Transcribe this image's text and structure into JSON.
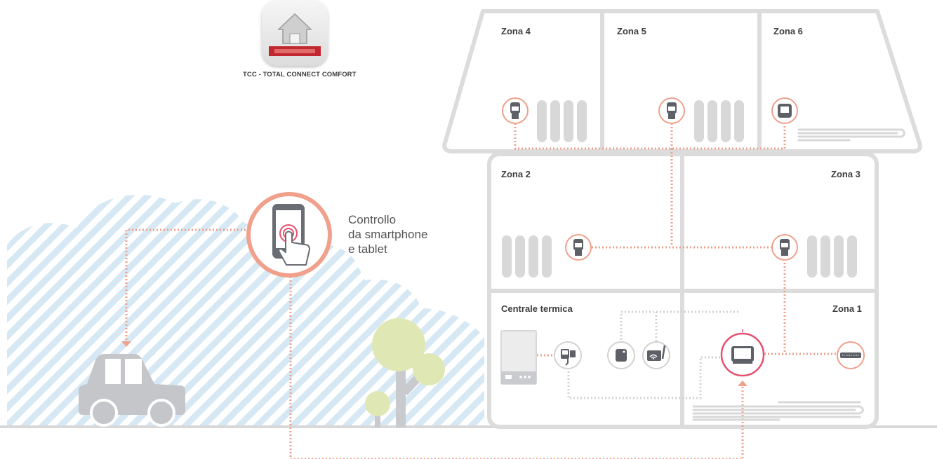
{
  "colors": {
    "accent": "#f0a08b",
    "accent_strong": "#e8506e",
    "wall": "#dcdcdc",
    "device": "#b9bcc1",
    "device_dark": "#5d6066",
    "stripes": "#d6e8f3",
    "tree": "#dfe8b4"
  },
  "app": {
    "name": "TCC - TOTAL CONNECT COMFORT",
    "icon": "honeywell-app-icon"
  },
  "control": {
    "lines": [
      "Controllo",
      "da smartphone",
      "e tablet"
    ],
    "icon": "smartphone-touch-icon"
  },
  "zones": {
    "zona4": "Zona 4",
    "zona5": "Zona 5",
    "zona6": "Zona 6",
    "zona2": "Zona 2",
    "zona3": "Zona 3",
    "centrale": "Centrale termica",
    "zona1": "Zona 1"
  },
  "devices": [
    {
      "id": "trv-zona4",
      "icon": "radiator-valve-icon"
    },
    {
      "id": "trv-zona5",
      "icon": "radiator-valve-icon"
    },
    {
      "id": "thermostat-zona6",
      "icon": "thermostat-icon"
    },
    {
      "id": "trv-zona2",
      "icon": "radiator-valve-icon"
    },
    {
      "id": "trv-zona3",
      "icon": "radiator-valve-icon"
    },
    {
      "id": "boiler-relay",
      "icon": "relay-box-icon"
    },
    {
      "id": "sensor",
      "icon": "sensor-icon"
    },
    {
      "id": "gateway",
      "icon": "wifi-gateway-icon"
    },
    {
      "id": "controller",
      "icon": "controller-display-icon"
    },
    {
      "id": "floor-relay-zona1",
      "icon": "relay-strip-icon"
    }
  ]
}
